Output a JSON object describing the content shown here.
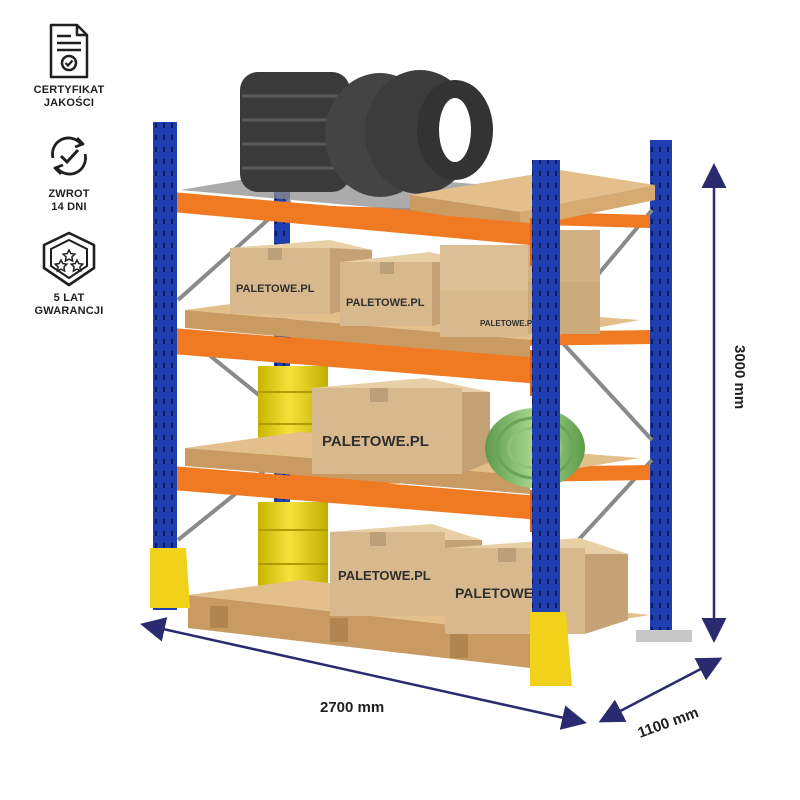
{
  "badges": [
    {
      "icon": "certificate-icon",
      "line1": "CERTYFIKAT",
      "line2": "JAKOŚCI"
    },
    {
      "icon": "return-arrows-icon",
      "line1": "ZWROT",
      "line2": "14 DNI"
    },
    {
      "icon": "warranty-shield-icon",
      "line1": "5 LAT",
      "line2": "GWARANCJI"
    }
  ],
  "dimensions": {
    "width": "2700 mm",
    "depth": "1100 mm",
    "height": "3000 mm"
  },
  "box_brand": "PALETOWE.PL",
  "colors": {
    "upright": "#1f3fb0",
    "beam": "#f07a22",
    "foot_guard": "#f2d11a",
    "pallet": "#e3bf8c",
    "box": "#d8b98d",
    "arrow": "#2a2a6e"
  }
}
